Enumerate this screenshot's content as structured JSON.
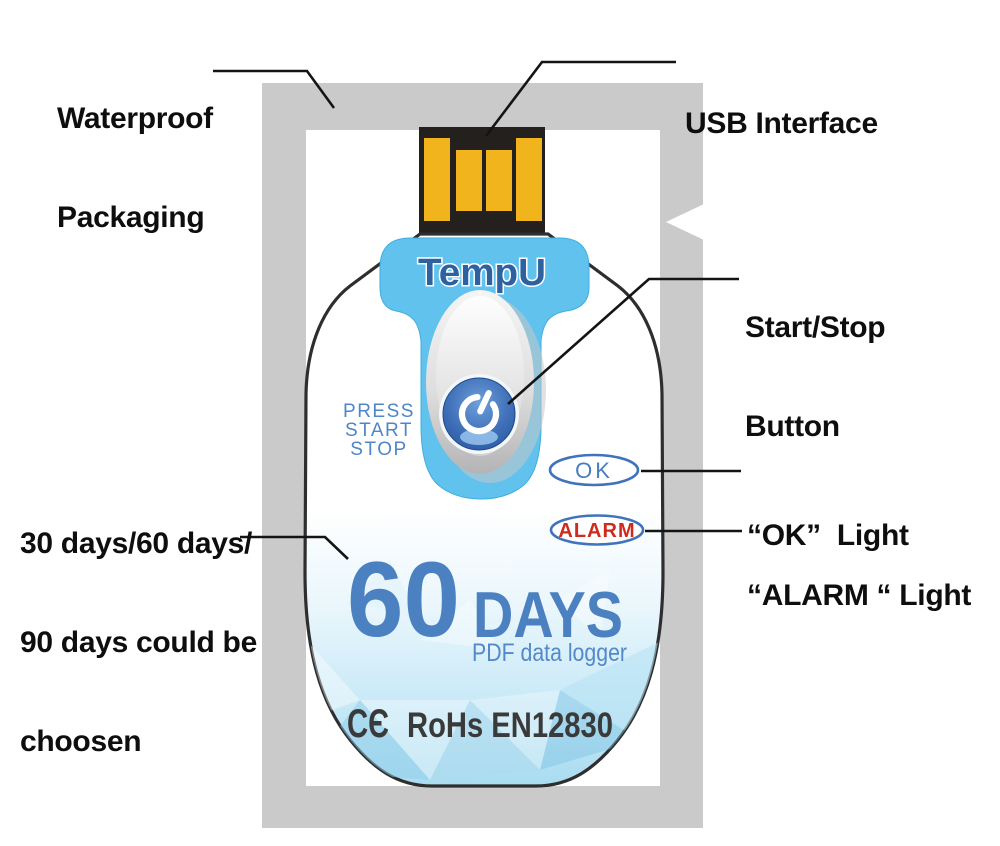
{
  "labels": {
    "waterproof": {
      "line1": "Waterproof",
      "line2": "Packaging"
    },
    "usb_interface": "USB Interface",
    "start_stop": {
      "line1": "Start/Stop",
      "line2": "Button"
    },
    "ok_light": "“OK”  Light",
    "alarm_light": "“ALARM “ Light",
    "duration": {
      "line1": "30 days/60 days/",
      "line2": "90 days could be",
      "line3": "choosen"
    }
  },
  "device": {
    "brand": "TempU",
    "press_label": {
      "line1": "PRESS",
      "line2": "START",
      "line3": "STOP"
    },
    "ok_badge": "OK",
    "alarm_badge": "ALARM",
    "days_value": "60",
    "days_unit": "DAYS",
    "tagline": "PDF data logger",
    "ce_mark": "CЄ",
    "certification": "RoHs EN12830"
  },
  "colors": {
    "frame_gray": "#cacaca",
    "header_blue": "#61c2ee",
    "brand_blue": "#2d619f",
    "accent_blue": "#4b81c1",
    "press_blue": "#4e86c8",
    "badge_border_blue": "#4073bb",
    "alarm_red": "#ce2a1e",
    "usb_gold": "#f2b41d",
    "usb_black": "#23201d",
    "button_blue": "#3e6fb8"
  }
}
